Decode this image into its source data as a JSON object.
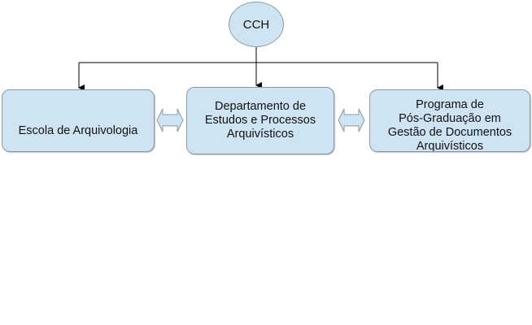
{
  "root": {
    "label": "CCH"
  },
  "nodes": [
    {
      "lines": [
        "Escola de Arquivologia"
      ]
    },
    {
      "lines": [
        "Departamento de",
        "Estudos e Processos",
        "Arquivísticos"
      ]
    },
    {
      "lines": [
        "Programa de",
        "Pós-Graduação em",
        "Gestão de Documentos",
        "Arquivísticos"
      ]
    }
  ],
  "colors": {
    "fill": "#cfe4f3",
    "border": "#8b9aa5",
    "connector": "#000000"
  }
}
